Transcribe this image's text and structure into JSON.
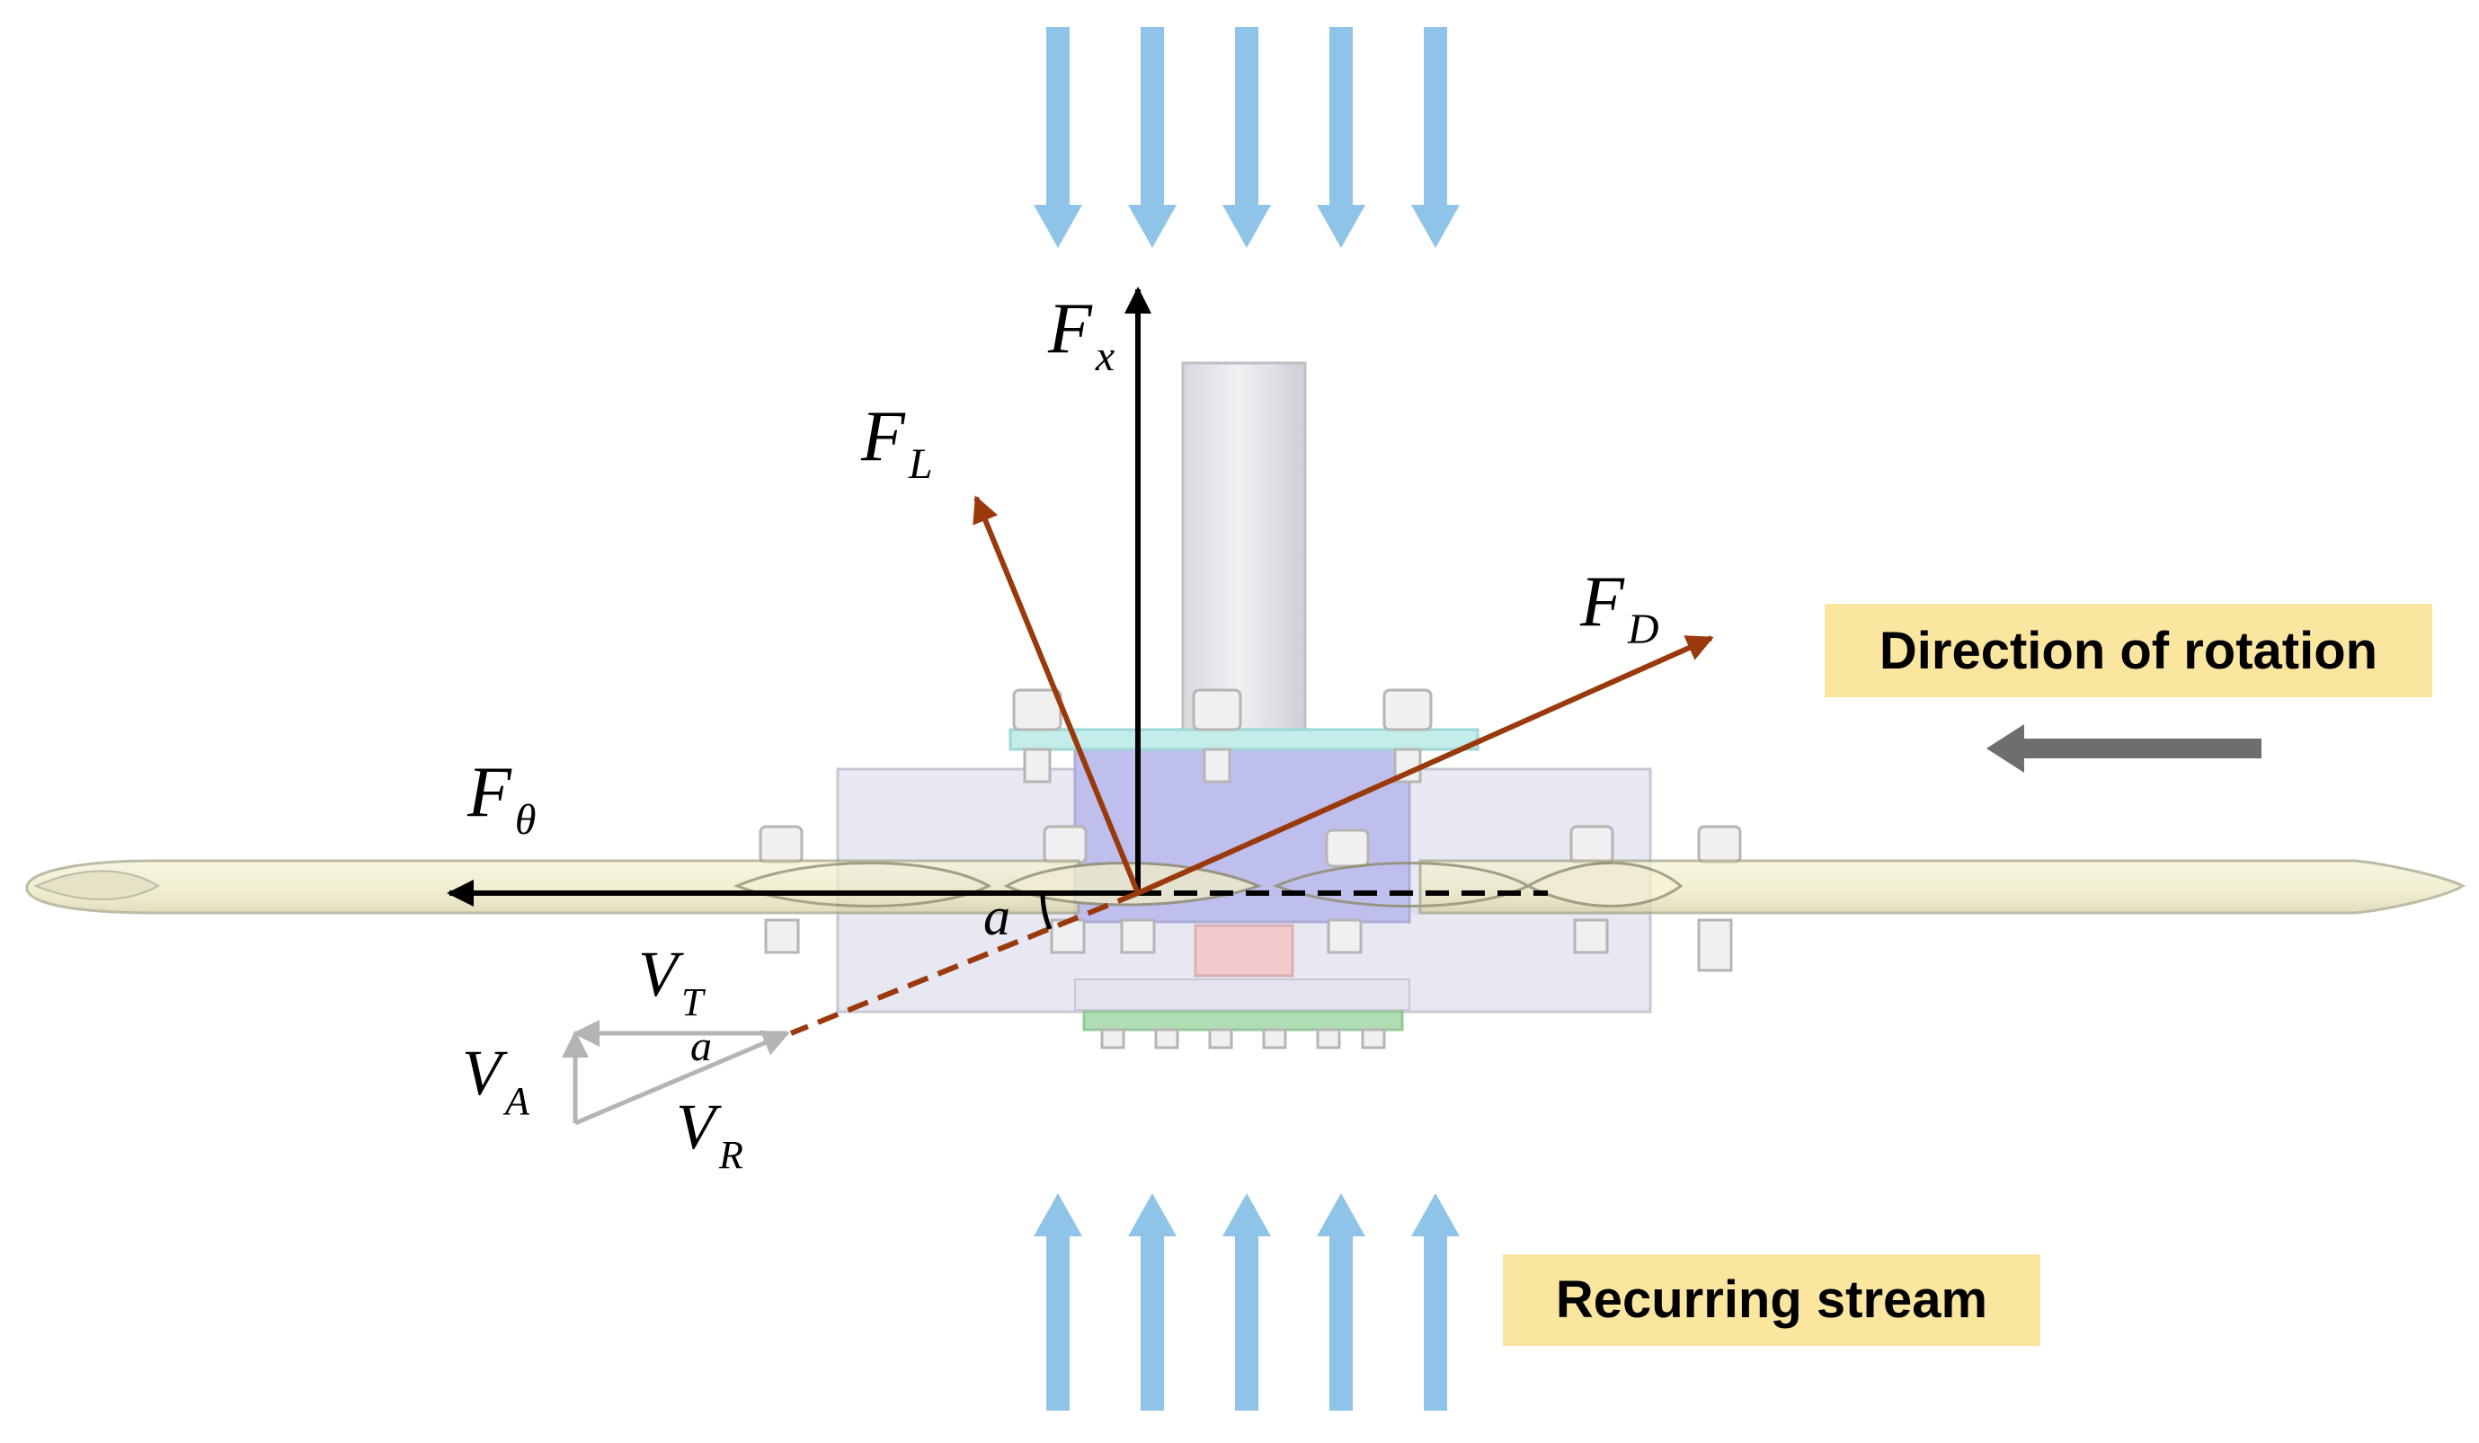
{
  "labels": {
    "fx": {
      "main": "F",
      "sub": "x"
    },
    "fl": {
      "main": "F",
      "sub": "L"
    },
    "fd": {
      "main": "F",
      "sub": "D"
    },
    "ftheta": {
      "main": "F",
      "sub": "θ"
    },
    "vt": {
      "main": "V",
      "sub": "T"
    },
    "va": {
      "main": "V",
      "sub": "A"
    },
    "vr": {
      "main": "V",
      "sub": "R"
    },
    "alpha_main": "a",
    "alpha_small": "a"
  },
  "banners": {
    "rotation": "Direction of rotation",
    "stream": "Recurring stream"
  },
  "colors": {
    "flow_arrow": "#8fc4e8",
    "force_black": "#000000",
    "force_brown": "#9a3a0c",
    "velocity_gray": "#b4b4b4",
    "banner_bg": "#fbe6a0",
    "rotation_arrow": "#6e6e6e",
    "blade": "#f2eec8",
    "hub_plate": "#d6d6ea",
    "hub_core": "#9c9ce4",
    "top_plate": "#93e0dc",
    "bottom_plate": "#72c27a",
    "shaft": "#c8c8d0"
  }
}
